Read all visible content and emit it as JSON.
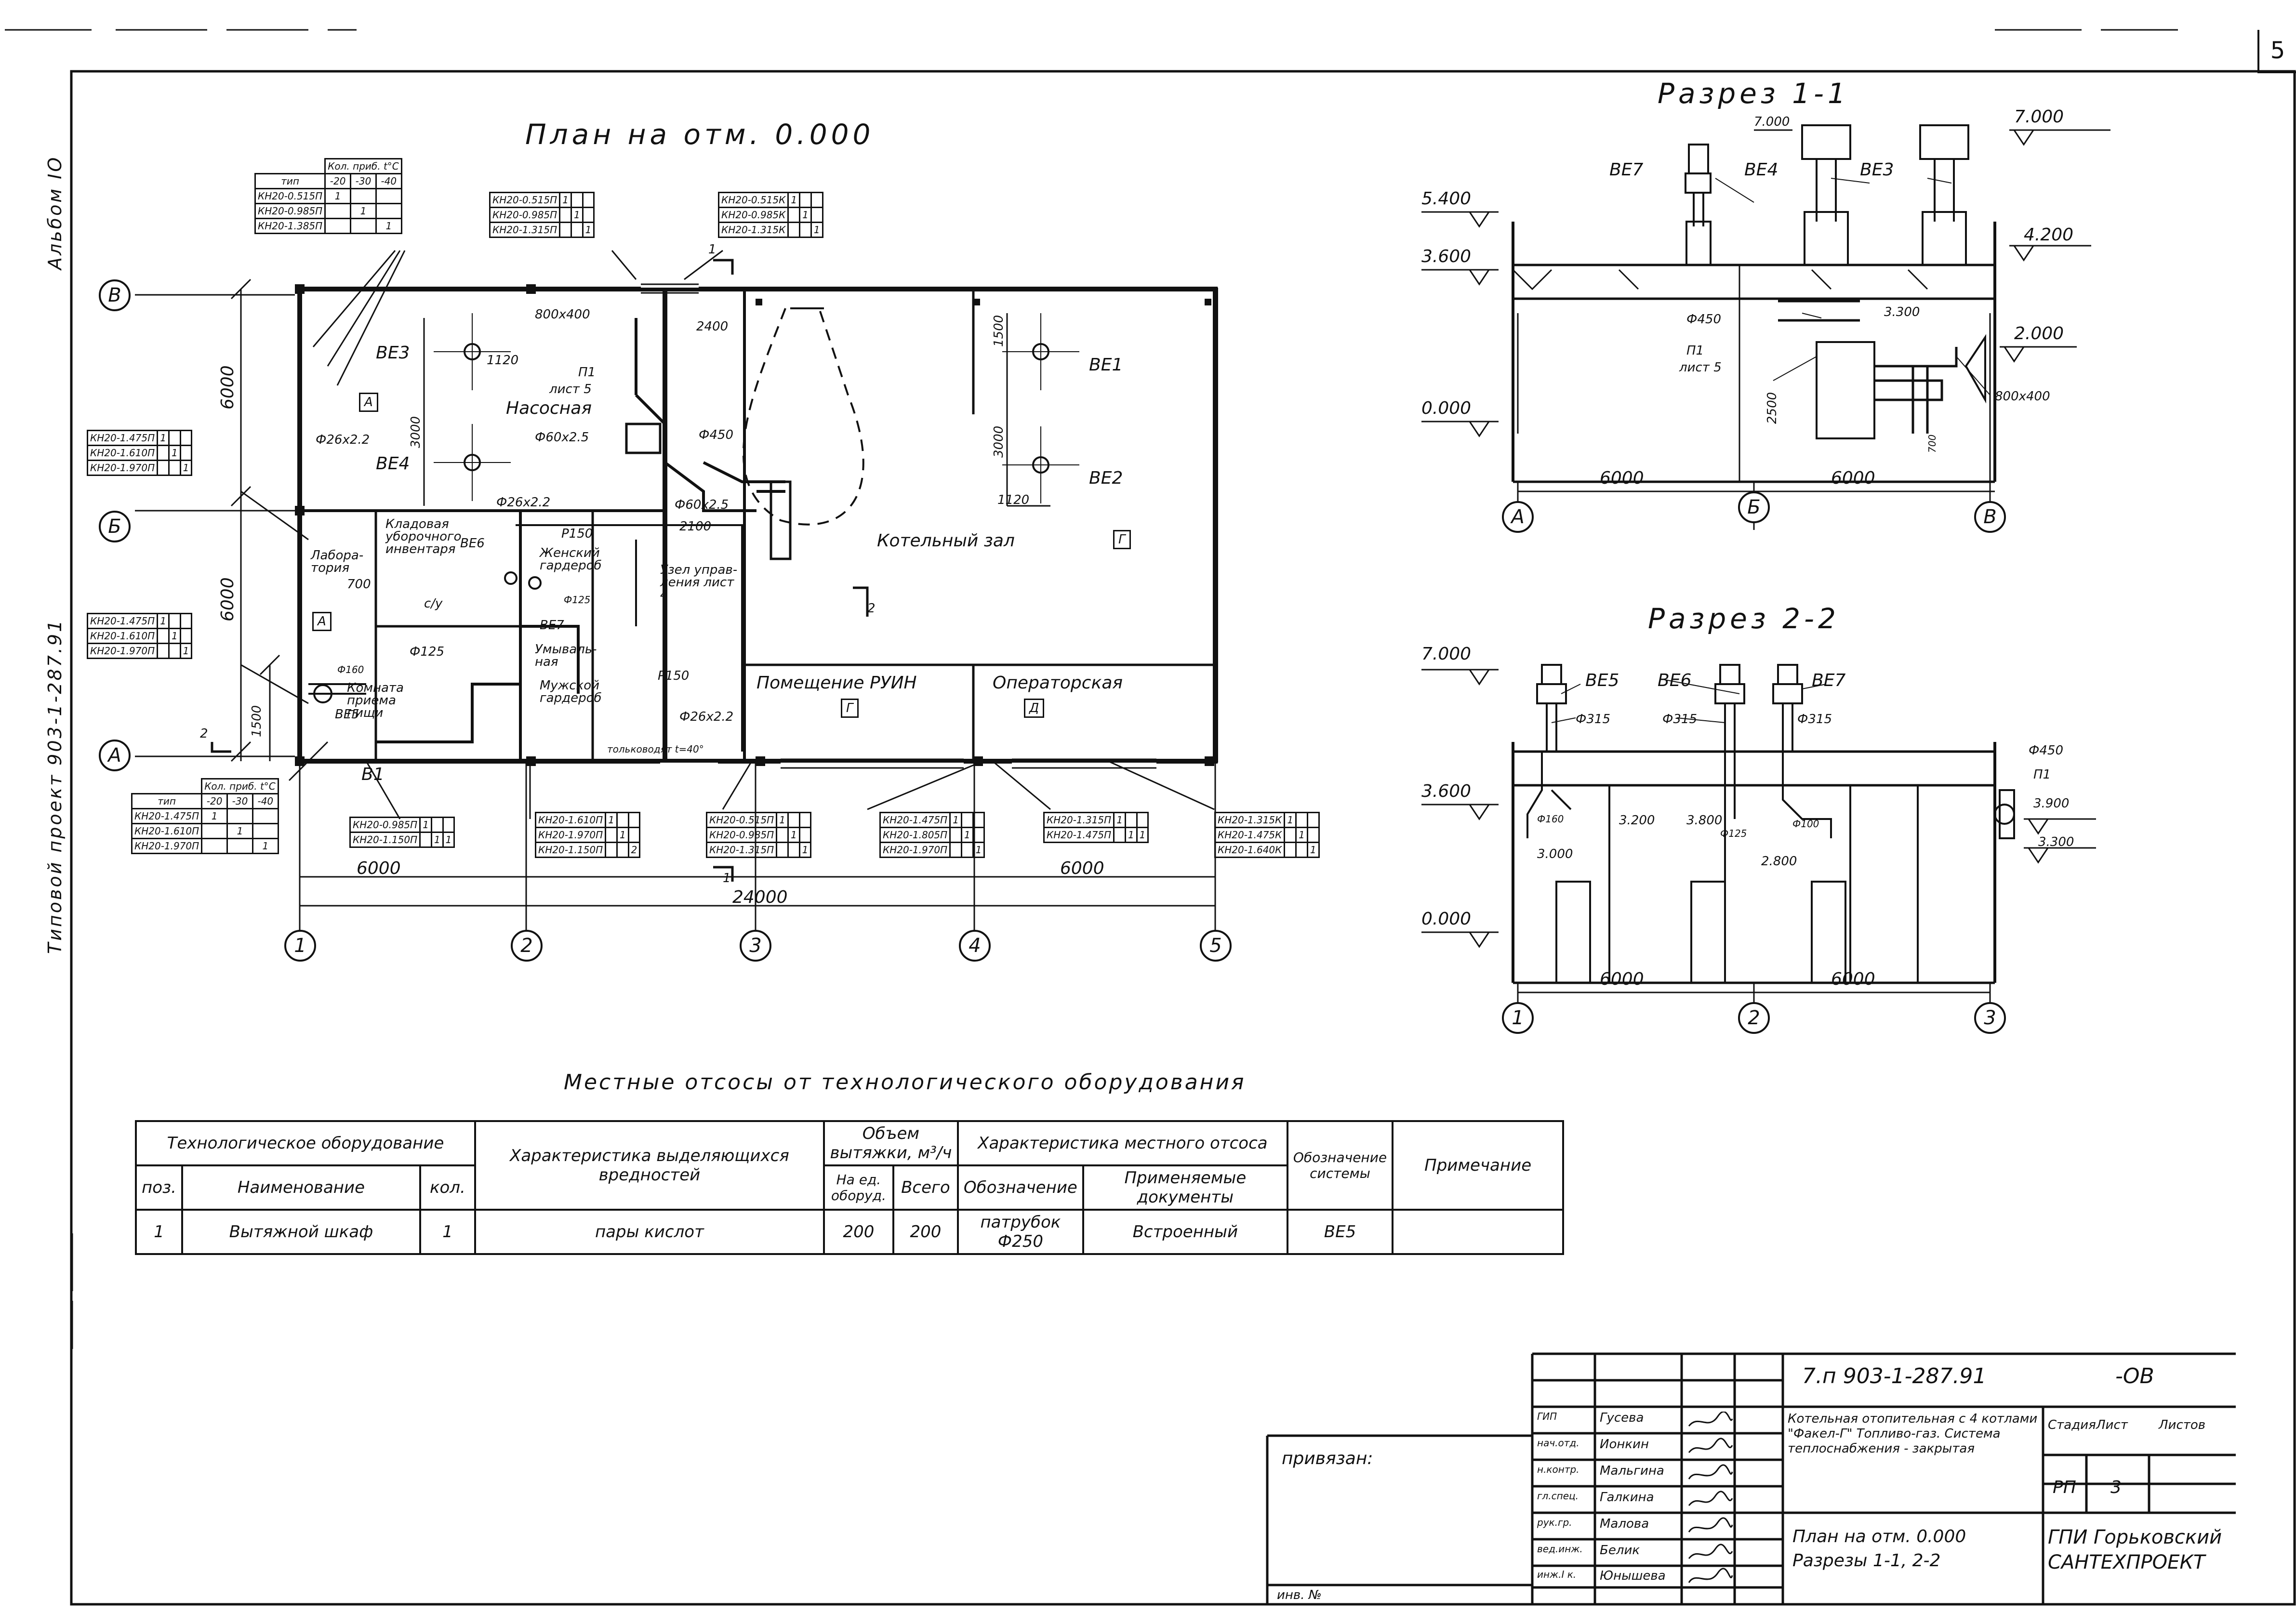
{
  "sheet": {
    "number": "5",
    "album": "Альбом IO",
    "project": "Типовой проект 903-1-287.91"
  },
  "plan": {
    "title": "План на отм. 0.000",
    "axes_letters": [
      "В",
      "Б",
      "А"
    ],
    "axes_numbers": [
      "1",
      "2",
      "3",
      "4",
      "5"
    ],
    "dims": {
      "d6000_a": "6000",
      "d6000_b": "6000",
      "d6000_c": "6000",
      "d6000_d": "6000",
      "d24000": "24000",
      "d1500": "1500",
      "d3000": "3000",
      "d1120": "1120",
      "d2400": "2400",
      "d1500b": "1500",
      "d3000b": "3000",
      "d1120b": "1120",
      "d2100": "2100",
      "d700": "700"
    },
    "rooms": {
      "pump": "Насосная",
      "boiler": "Котельный зал",
      "lab": "Лабора-тория",
      "storage": "Кладовая уборочного инвентаря",
      "womens": "Женский гардероб",
      "control": "Узел управ-ления лист 4",
      "meal": "Комната приема пищи",
      "shower": "Умываль-ная",
      "mens": "Мужской гардероб",
      "rui": "Помещение РУИН",
      "operator": "Операторская",
      "su": "с/у"
    },
    "room_marks": [
      "А",
      "Г",
      "Г",
      "Д",
      "А"
    ],
    "labels": {
      "be3": "ВЕ3",
      "be4": "ВЕ4",
      "be1": "ВЕ1",
      "be2": "ВЕ2",
      "be6": "ВЕ6",
      "be7": "ВЕ7",
      "be5": "ВЕ5",
      "b1": "В1",
      "p1": "П1",
      "sheet5": "лист 5",
      "d450": "Ф450",
      "d800x400": "800х400",
      "d26x22": "Ф26х2.2",
      "d60x25": "Ф60х2.5",
      "d26x22b": "Ф26х2.2",
      "d60x25b": "Ф60х2.5",
      "d150": "Р150",
      "d150b": "Р150",
      "d125": "Ф125",
      "d125b": "Ф125",
      "d160": "Ф160",
      "d26x22c": "Ф26х2.2",
      "note": "тольководят t=40°",
      "sec1": "1",
      "sec2": "2",
      "sec1b": "1",
      "sec2b": "2"
    },
    "heater_tables": {
      "t1": {
        "head1": "Кол. приб. t°C",
        "head2": [
          "тип",
          "-20",
          "-30",
          "-40"
        ],
        "rows": [
          [
            "КН20-0.515П",
            "1",
            "",
            ""
          ],
          [
            "КН20-0.985П",
            "",
            "1",
            ""
          ],
          [
            "КН20-1.385П",
            "",
            "",
            "1"
          ]
        ]
      },
      "t2": {
        "rows": [
          [
            "КН20-0.515П",
            "1",
            "",
            ""
          ],
          [
            "КН20-0.985П",
            "",
            "1",
            ""
          ],
          [
            "КН20-1.315П",
            "",
            "",
            "1"
          ]
        ]
      },
      "t3": {
        "rows": [
          [
            "КН20-0.515К",
            "1",
            "",
            ""
          ],
          [
            "КН20-0.985К",
            "",
            "1",
            ""
          ],
          [
            "КН20-1.315К",
            "",
            "",
            "1"
          ]
        ]
      },
      "t4": {
        "rows": [
          [
            "КН20-1.475П",
            "1",
            "",
            ""
          ],
          [
            "КН20-1.610П",
            "",
            "1",
            ""
          ],
          [
            "КН20-1.970П",
            "",
            "",
            "1"
          ]
        ]
      },
      "t5": {
        "rows": [
          [
            "КН20-1.475П",
            "1",
            "",
            ""
          ],
          [
            "КН20-1.610П",
            "",
            "1",
            ""
          ],
          [
            "КН20-1.970П",
            "",
            "",
            "1"
          ]
        ]
      },
      "t6": {
        "head1": "Кол. приб. t°C",
        "head2": [
          "тип",
          "-20",
          "-30",
          "-40"
        ],
        "rows": [
          [
            "КН20-1.475П",
            "1",
            "",
            ""
          ],
          [
            "КН20-1.610П",
            "",
            "1",
            ""
          ],
          [
            "КН20-1.970П",
            "",
            "",
            "1"
          ]
        ]
      },
      "t7": {
        "rows": [
          [
            "КН20-0.985П",
            "1",
            "",
            ""
          ],
          [
            "КН20-1.150П",
            "",
            "1",
            "1"
          ]
        ]
      },
      "t8": {
        "rows": [
          [
            "КН20-1.610П",
            "1",
            "",
            ""
          ],
          [
            "КН20-1.970П",
            "",
            "1",
            ""
          ],
          [
            "КН20-1.150П",
            "",
            "",
            "2"
          ]
        ]
      },
      "t9": {
        "rows": [
          [
            "КН20-0.515П",
            "1",
            "",
            ""
          ],
          [
            "КН20-0.985П",
            "",
            "1",
            ""
          ],
          [
            "КН20-1.315П",
            "",
            "",
            "1"
          ]
        ]
      },
      "t10": {
        "rows": [
          [
            "КН20-1.475П",
            "1",
            "",
            ""
          ],
          [
            "КН20-1.805П",
            "",
            "1",
            ""
          ],
          [
            "КН20-1.970П",
            "",
            "",
            "1"
          ]
        ]
      },
      "t11": {
        "rows": [
          [
            "КН20-1.315П",
            "1",
            "",
            ""
          ],
          [
            "КН20-1.475П",
            "",
            "1",
            "1"
          ]
        ]
      },
      "t12": {
        "rows": [
          [
            "КН20-1.315К",
            "1",
            "",
            ""
          ],
          [
            "КН20-1.475К",
            "",
            "1",
            ""
          ],
          [
            "КН20-1.640К",
            "",
            "",
            "1"
          ]
        ]
      }
    }
  },
  "section11": {
    "title": "Разрез 1-1",
    "marks": [
      "7.000",
      "7.000",
      "5.400",
      "4.200",
      "3.600",
      "2.000",
      "0.000"
    ],
    "labels": {
      "be7": "ВЕ7",
      "be4": "ВЕ4",
      "be3": "ВЕ3",
      "d450": "Ф450",
      "l3300": "3.300",
      "p1": "П1",
      "sheet5": "лист 5",
      "d800": "800х400",
      "d2500": "2500",
      "d700": "700"
    },
    "dims": [
      "6000",
      "6000"
    ],
    "axes": [
      "А",
      "Б",
      "В"
    ]
  },
  "section22": {
    "title": "Разрез 2-2",
    "marks": [
      "7.000",
      "3.600",
      "0.000",
      "3.900",
      "3.300"
    ],
    "labels": {
      "be5": "ВЕ5",
      "be6": "ВЕ6",
      "be7": "ВЕ7",
      "d315a": "Ф315",
      "d315b": "Ф315",
      "d315c": "Ф315",
      "d450": "Ф450",
      "p1": "П1",
      "d160": "Ф160",
      "l3200": "3.200",
      "l3800": "3.800",
      "l3000": "3.000",
      "d125": "Ф125",
      "d100": "Ф100",
      "l2800": "2.800"
    },
    "dims": [
      "6000",
      "6000"
    ],
    "axes": [
      "1",
      "2",
      "3"
    ]
  },
  "exhaust_table": {
    "title": "Местные отсосы от технологического оборудования",
    "h_equipment": "Технологическое оборудование",
    "h_char": "Характеристика выделяющихся вредностей",
    "h_volume": "Объем вытяжки, м³/ч",
    "h_local": "Характеристика местного отсоса",
    "h_system": "Обозначение системы",
    "h_note": "Примечание",
    "h_pos": "поз.",
    "h_name": "Наименование",
    "h_qty": "кол.",
    "h_per_unit": "На ед. оборуд.",
    "h_total": "Всего",
    "h_designation": "Обозначение",
    "h_docs": "Применяемые документы",
    "row": {
      "pos": "1",
      "name": "Вытяжной шкаф",
      "qty": "1",
      "char": "пары кислот",
      "per_unit": "200",
      "total": "200",
      "designation": "патрубок Ф250",
      "docs": "Встроенный",
      "system": "ВЕ5",
      "note": ""
    }
  },
  "stamp": {
    "code": "7.п 903-1-287.91",
    "suffix": "-ОВ",
    "bound": "привязан:",
    "inv": "инв. №",
    "roles": [
      "ГИП",
      "нач.отд.",
      "н.контр.",
      "гл.спец.",
      "рук.гр.",
      "вед.инж.",
      "инж.I к."
    ],
    "names": [
      "Гусева",
      "Ионкин",
      "Мальгина",
      "Галкина",
      "Малова",
      "Белик",
      "Юнышева"
    ],
    "project_name": "Котельная отопительная с 4 котлами \"Факел-Г\" Топливо-газ. Система теплоснабжения - закрытая",
    "sheet_name": "План на отм. 0.000 Разрезы 1-1, 2-2",
    "h_stage": "Стадия",
    "h_sheet": "Лист",
    "h_sheets": "Листов",
    "stage": "РП",
    "sheet": "3",
    "sheets": "",
    "org": "ГПИ Горьковский САНТЕХПРОЕКТ"
  }
}
